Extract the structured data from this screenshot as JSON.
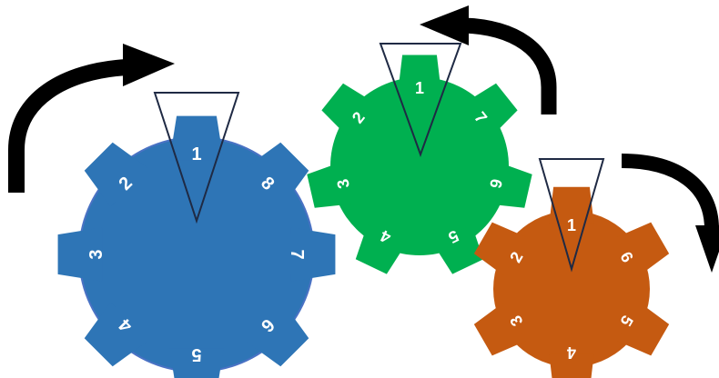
{
  "colors": {
    "background": "#ffffff",
    "arrow": "#000000",
    "pointer_stroke": "#1f2a44",
    "label": "#ffffff"
  },
  "gears": [
    {
      "id": "blue",
      "color": "#2e75b6",
      "hub_color": "#4a72c4",
      "teeth": 8,
      "labels": [
        "1",
        "2",
        "3",
        "4",
        "5",
        "6",
        "7",
        "8"
      ],
      "rotation": "clockwise"
    },
    {
      "id": "green",
      "color": "#00b050",
      "hub_color": "#00b050",
      "teeth": 7,
      "labels": [
        "1",
        "2",
        "3",
        "4",
        "5",
        "6",
        "7"
      ],
      "rotation": "counterclockwise"
    },
    {
      "id": "orange",
      "color": "#c55a11",
      "hub_color": "#c55a11",
      "teeth": 6,
      "labels": [
        "1",
        "2",
        "3",
        "4",
        "5",
        "6"
      ],
      "rotation": "clockwise"
    }
  ],
  "arrows": [
    {
      "id": "blue-rotation-arrow",
      "direction": "clockwise"
    },
    {
      "id": "green-rotation-arrow",
      "direction": "counterclockwise"
    },
    {
      "id": "orange-rotation-arrow",
      "direction": "clockwise"
    }
  ]
}
